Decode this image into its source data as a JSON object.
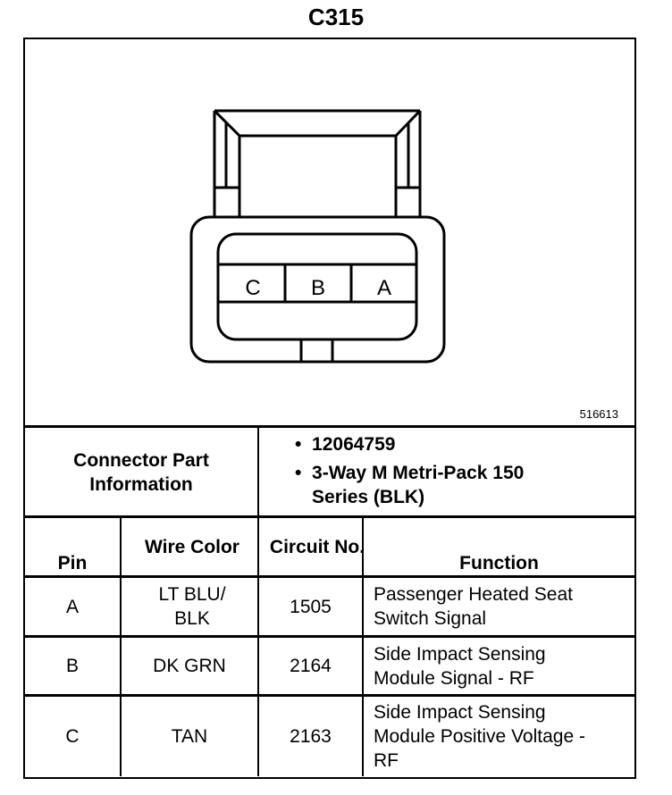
{
  "title": "C315",
  "figure_number": "516613",
  "connector_cavities": [
    "C",
    "B",
    "A"
  ],
  "part_info": {
    "label": "Connector Part Information",
    "items": [
      "12064759",
      "3-Way M Metri-Pack 150 Series (BLK)"
    ]
  },
  "table": {
    "headers": {
      "pin": "Pin",
      "wire_color": "Wire Color",
      "circuit": "Circuit No.",
      "function": "Function"
    },
    "rows": [
      {
        "pin": "A",
        "wire_color": "LT BLU/ BLK",
        "circuit": "1505",
        "function": "Passenger Heated Seat Switch Signal"
      },
      {
        "pin": "B",
        "wire_color": "DK GRN",
        "circuit": "2164",
        "function": "Side Impact Sensing Module Signal - RF"
      },
      {
        "pin": "C",
        "wire_color": "TAN",
        "circuit": "2163",
        "function": "Side Impact Sensing Module Positive Voltage - RF"
      }
    ]
  }
}
